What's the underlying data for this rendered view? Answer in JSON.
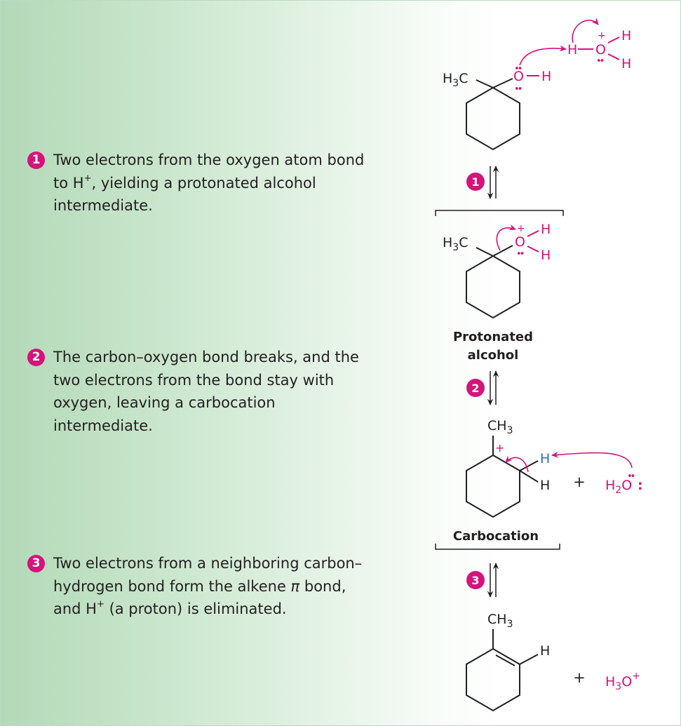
{
  "colors": {
    "accent": "#d6127b",
    "hydrogen_blue": "#2f74b5",
    "text": "#231f20"
  },
  "steps": [
    {
      "number": "1",
      "text_a": "Two electrons from the oxygen atom bond to H",
      "sup": "+",
      "text_b": ", yielding a protonated alcohol intermediate."
    },
    {
      "number": "2",
      "text_a": "The carbon–oxygen bond breaks, and the two electrons from the bond stay with oxygen, leaving a carbocation intermediate.",
      "sup": "",
      "text_b": ""
    },
    {
      "number": "3",
      "text_a": "Two electrons from a neighboring carbon–hydrogen bond form the alkene ",
      "pi": "π",
      "text_c": " bond, and H",
      "sup": "+",
      "text_b": " (a proton) is eliminated."
    }
  ],
  "arrow_badges": [
    "1",
    "2",
    "3"
  ],
  "labels": {
    "protonated_1": "Protonated",
    "protonated_2": "alcohol",
    "carbocation": "Carbocation",
    "plus": "+"
  },
  "atoms": {
    "H": "H",
    "O": "O",
    "C": "C",
    "three": "3",
    "two": "2",
    "plus": "+"
  },
  "lone_pair": "••",
  "colon": ":"
}
